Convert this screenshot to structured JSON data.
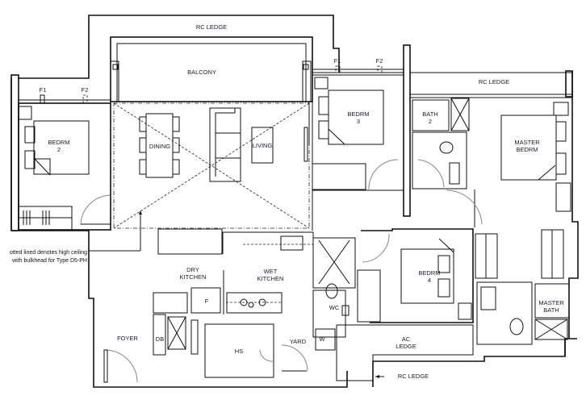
{
  "plan": {
    "type": "Type D5-PH floor plan",
    "labels": {
      "rc_ledge_top": "RC LEDGE",
      "balcony": "BALCONY",
      "rc_ledge_right": "RC LEDGE",
      "f1_left": "F1",
      "f2_left": "F2",
      "f1_mid": "F1",
      "f2_mid": "F2",
      "bedrm2_a": "BEDRM",
      "bedrm2_b": "2",
      "dining": "DINING",
      "living": "LIVING",
      "bedrm3_a": "BEDRM",
      "bedrm3_b": "3",
      "bath2_a": "BATH",
      "bath2_b": "2",
      "master_bedrm_a": "MASTER",
      "master_bedrm_b": "BEDRM",
      "dry_kitchen_a": "DRY",
      "dry_kitchen_b": "KITCHEN",
      "wet_kitchen_a": "WET",
      "wet_kitchen_b": "KITCHEN",
      "fridge": "F",
      "foyer": "FOYER",
      "db": "DB",
      "hs": "HS",
      "yard": "YARD",
      "washer": "W",
      "wc": "WC",
      "bedrm4_a": "BEDRM",
      "bedrm4_b": "4",
      "ac_ledge_a": "AC",
      "ac_ledge_b": "LEDGE",
      "rc_ledge_bottom": "RC LEDGE",
      "master_bath_a": "MASTER",
      "master_bath_b": "BATH"
    },
    "note": {
      "line1": "otted lined denotes high ceiling",
      "line2": "with bulkhead for Type D5-PH"
    },
    "colors": {
      "wall": "#111111",
      "label": "#1a1a2e",
      "door_arc": "#888888",
      "background": "#ffffff"
    }
  }
}
